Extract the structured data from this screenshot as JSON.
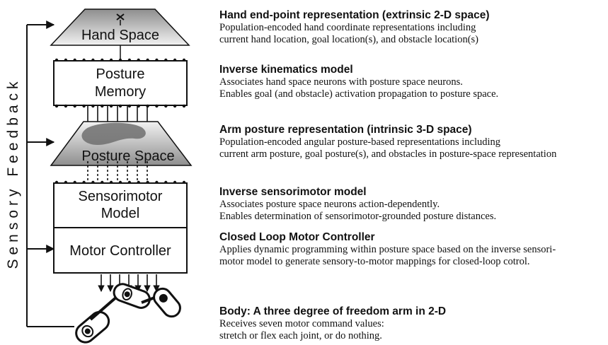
{
  "side_label": "Sensory Feedback",
  "blocks": {
    "hand_space": "Hand Space",
    "posture_memory": [
      "Posture",
      "Memory"
    ],
    "posture_space": "Posture Space",
    "sensorimotor_model": [
      "Sensorimotor",
      "Model"
    ],
    "motor_controller": "Motor Controller"
  },
  "descriptions": [
    {
      "title": "Hand end-point representation (extrinsic 2-D space)",
      "lines": [
        "Population-encoded hand coordinate representations including",
        "current hand location, goal location(s), and obstacle location(s)"
      ]
    },
    {
      "title": "Inverse kinematics model",
      "lines": [
        "Associates hand space neurons with posture space neurons.",
        "Enables goal (and obstacle) activation propagation to posture space."
      ]
    },
    {
      "title": "Arm posture representation (intrinsic 3-D space)",
      "lines": [
        "Population-encoded angular posture-based representations including",
        "current arm posture, goal posture(s), and obstacles in posture-space representation"
      ]
    },
    {
      "title": "Inverse sensorimotor model",
      "lines": [
        "Associates posture space neurons action-dependently.",
        "Enables determination of sensorimotor-grounded posture distances."
      ]
    },
    {
      "title": "Closed Loop Motor Controller",
      "lines": [
        "Applies dynamic programming within posture space based on the inverse sensori-",
        "motor model to generate sensory-to-motor mappings for closed-loop cotrol."
      ]
    },
    {
      "title": "Body: A three degree of freedom arm in 2-D",
      "lines": [
        "Receives seven  motor command values:",
        "stretch or flex each joint, or do nothing."
      ]
    }
  ],
  "colors": {
    "gradient_light": "#f2f2f2",
    "gradient_dark": "#8e8e8e",
    "blob": "#6e6e6e",
    "ink": "#111111"
  }
}
